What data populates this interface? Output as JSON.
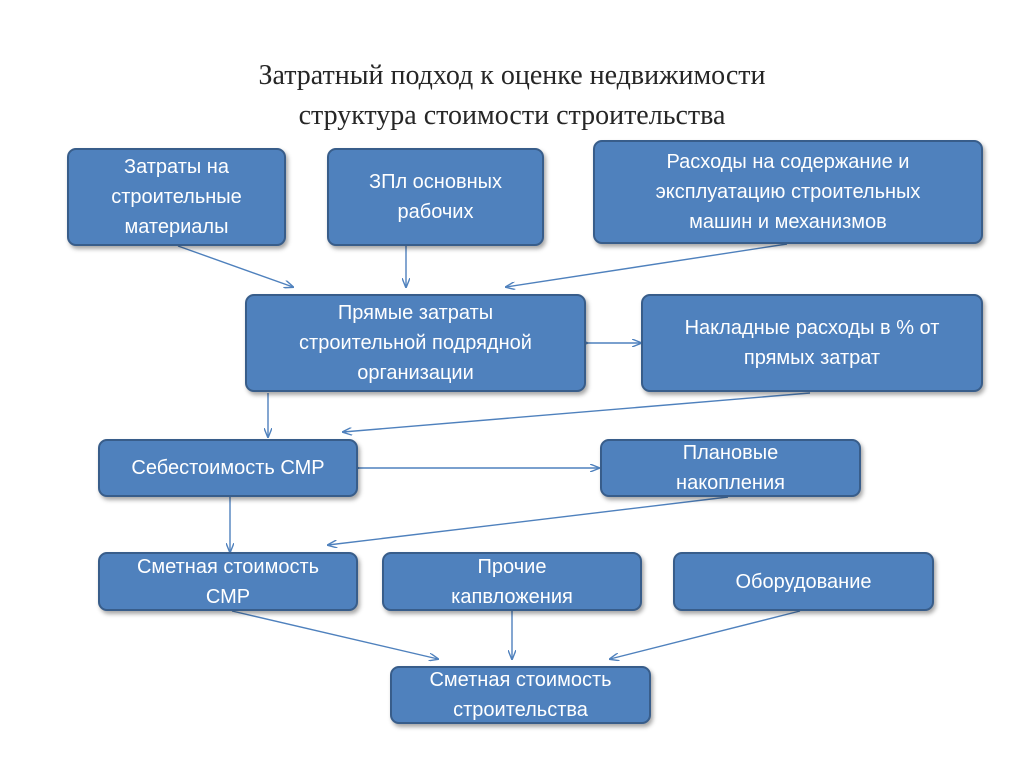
{
  "title": {
    "line1": "Затратный подход к оценке недвижимости",
    "line2": "структура стоимости строительства"
  },
  "boxes": {
    "materials": "Затраты на\nстроительные\nматериалы",
    "wages": "ЗПл основных\nрабочих",
    "machines": "Расходы на содержание и\nэксплуатацию строительных\nмашин и механизмов",
    "direct_costs": "Прямые затраты\nстроительной подрядной\nорганизации",
    "overhead": "Накладные расходы в % от\nпрямых затрат",
    "cost_price": "Себестоимость СМР",
    "planned_savings": "Плановые\nнакопления",
    "estimated_smr": "Сметная стоимость\nСМР",
    "other_capex": "Прочие\nкапвложения",
    "equipment": "Оборудование",
    "estimated_construction": "Сметная стоимость\nстроительства"
  },
  "colors": {
    "box_fill": "#4f81bd",
    "box_border": "#385d8a",
    "arrow": "#4f81bd",
    "title_text": "#262626"
  }
}
